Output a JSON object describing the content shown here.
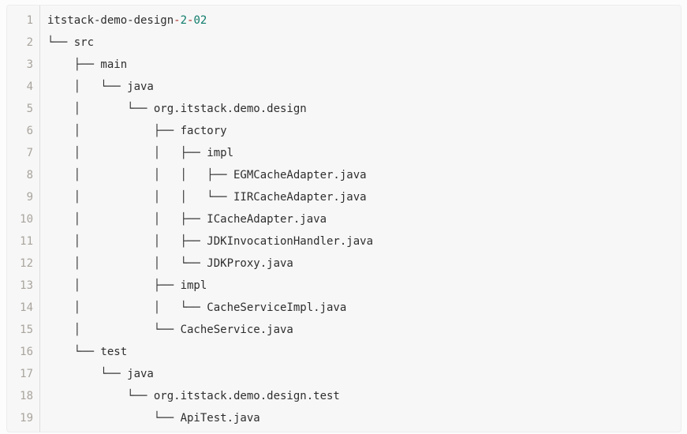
{
  "page": {
    "background": "#fcfcfc"
  },
  "code_block": {
    "background": "#f7f7f7",
    "border_color": "#ededed",
    "gutter_color": "#a9a49d",
    "gutter_divider_color": "#dcdcdc",
    "syntax_colors": {
      "plain": "#2e2e2e",
      "operator": "#b0302a",
      "number": "#0e7c6b"
    },
    "lines": [
      {
        "number": 1,
        "segments": [
          {
            "text": "itstack-demo-design",
            "type": "plain"
          },
          {
            "text": "-",
            "type": "operator"
          },
          {
            "text": "2",
            "type": "number"
          },
          {
            "text": "-",
            "type": "operator"
          },
          {
            "text": "02",
            "type": "number"
          }
        ]
      },
      {
        "number": 2,
        "text": "└── src"
      },
      {
        "number": 3,
        "text": "    ├── main"
      },
      {
        "number": 4,
        "text": "    │   └── java"
      },
      {
        "number": 5,
        "text": "    │       └── org.itstack.demo.design"
      },
      {
        "number": 6,
        "text": "    │           ├── factory"
      },
      {
        "number": 7,
        "text": "    │           │   ├── impl"
      },
      {
        "number": 8,
        "text": "    │           │   │   ├── EGMCacheAdapter.java"
      },
      {
        "number": 9,
        "text": "    │           │   │   └── IIRCacheAdapter.java"
      },
      {
        "number": 10,
        "text": "    │           │   ├── ICacheAdapter.java"
      },
      {
        "number": 11,
        "text": "    │           │   ├── JDKInvocationHandler.java"
      },
      {
        "number": 12,
        "text": "    │           │   └── JDKProxy.java"
      },
      {
        "number": 13,
        "text": "    │           ├── impl"
      },
      {
        "number": 14,
        "text": "    │           │   └── CacheServiceImpl.java"
      },
      {
        "number": 15,
        "text": "    │           └── CacheService.java"
      },
      {
        "number": 16,
        "text": "    └── test"
      },
      {
        "number": 17,
        "text": "        └── java"
      },
      {
        "number": 18,
        "text": "            └── org.itstack.demo.design.test"
      },
      {
        "number": 19,
        "text": "                └── ApiTest.java"
      }
    ]
  }
}
